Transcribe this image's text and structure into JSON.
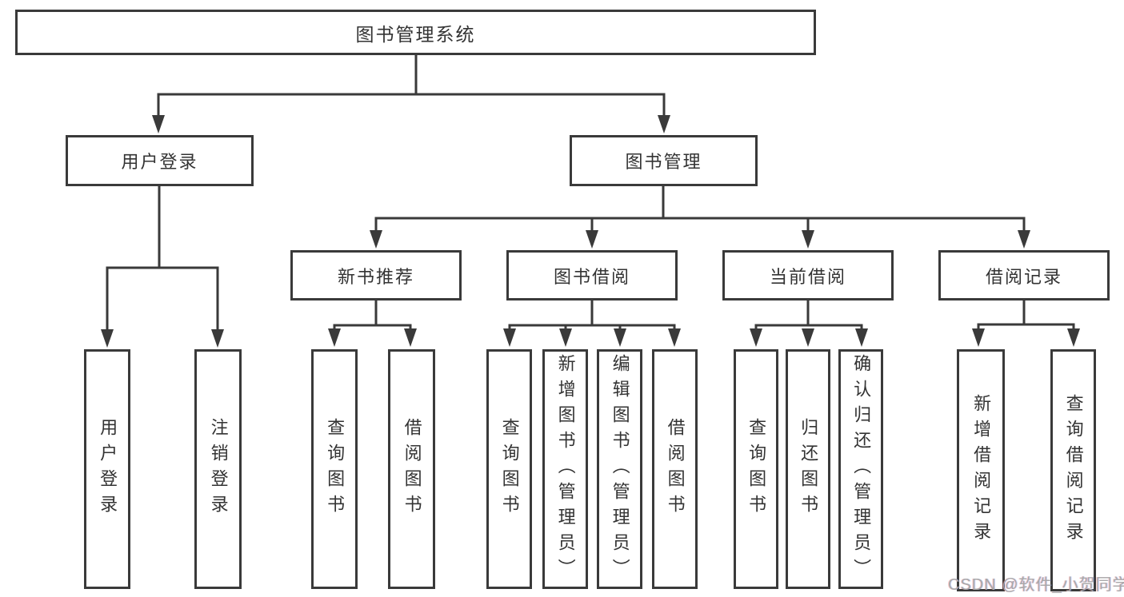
{
  "root": {
    "label": "图书管理系统"
  },
  "level2": [
    {
      "id": "user-login",
      "label": "用户登录"
    },
    {
      "id": "book-management",
      "label": "图书管理"
    }
  ],
  "level3": [
    {
      "id": "new-book-recommend",
      "label": "新书推荐",
      "parent": "图书管理"
    },
    {
      "id": "book-borrow",
      "label": "图书借阅",
      "parent": "图书管理"
    },
    {
      "id": "current-borrow",
      "label": "当前借阅",
      "parent": "图书管理"
    },
    {
      "id": "borrow-records",
      "label": "借阅记录",
      "parent": "图书管理"
    }
  ],
  "leaves": [
    {
      "label": "用户登录",
      "parent": "用户登录"
    },
    {
      "label": "注销登录",
      "parent": "用户登录"
    },
    {
      "label": "查询图书",
      "parent": "新书推荐"
    },
    {
      "label": "借阅图书",
      "parent": "新书推荐"
    },
    {
      "label": "查询图书",
      "parent": "图书借阅"
    },
    {
      "label": "新增图书（管理员）",
      "parent": "图书借阅"
    },
    {
      "label": "编辑图书（管理员）",
      "parent": "图书借阅"
    },
    {
      "label": "借阅图书",
      "parent": "图书借阅"
    },
    {
      "label": "查询图书",
      "parent": "当前借阅"
    },
    {
      "label": "归还图书",
      "parent": "当前借阅"
    },
    {
      "label": "确认归还（管理员）",
      "parent": "当前借阅"
    },
    {
      "label": "新增借阅记录",
      "parent": "借阅记录"
    },
    {
      "label": "查询借阅记录",
      "parent": "借阅记录"
    }
  ],
  "watermark": {
    "text": "CSDN @软件_小贺同学"
  },
  "colors": {
    "line": "#3a3a3a",
    "text": "#333333",
    "background": "#ffffff",
    "watermark": "#a9a9a9"
  }
}
